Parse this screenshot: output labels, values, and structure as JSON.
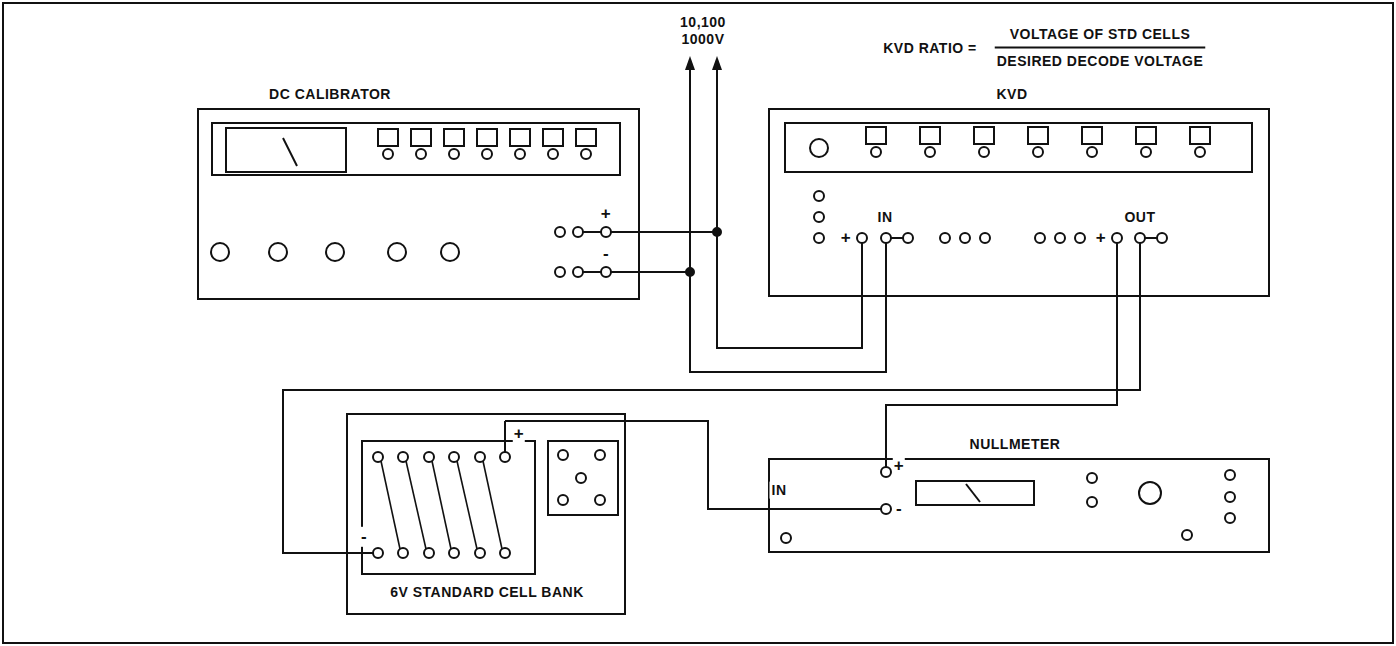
{
  "diagram": {
    "nodes": [
      {
        "text": [
          "DC CALIBRATOR",
          "+",
          "-"
        ]
      },
      {
        "text": [
          "KVD",
          "IN",
          "OUT",
          "+",
          "+"
        ]
      },
      {
        "text": [
          "6V STANDARD CELL BANK",
          "+",
          "-"
        ]
      },
      {
        "text": [
          "NULLMETER",
          "IN",
          "+",
          "-"
        ]
      }
    ],
    "edges": [
      {
        "from": 0,
        "to": 1,
        "arrow": "none"
      },
      {
        "from": 1,
        "to": 3,
        "arrow": "none"
      },
      {
        "from": 1,
        "to": 2,
        "arrow": "none"
      },
      {
        "from": 2,
        "to": 3,
        "arrow": "none"
      }
    ],
    "labels": [
      "10,100 1000V",
      "KVD RATIO =",
      "VOLTAGE OF STD CELLS",
      "DESIRED DECODE VOLTAGE"
    ]
  }
}
